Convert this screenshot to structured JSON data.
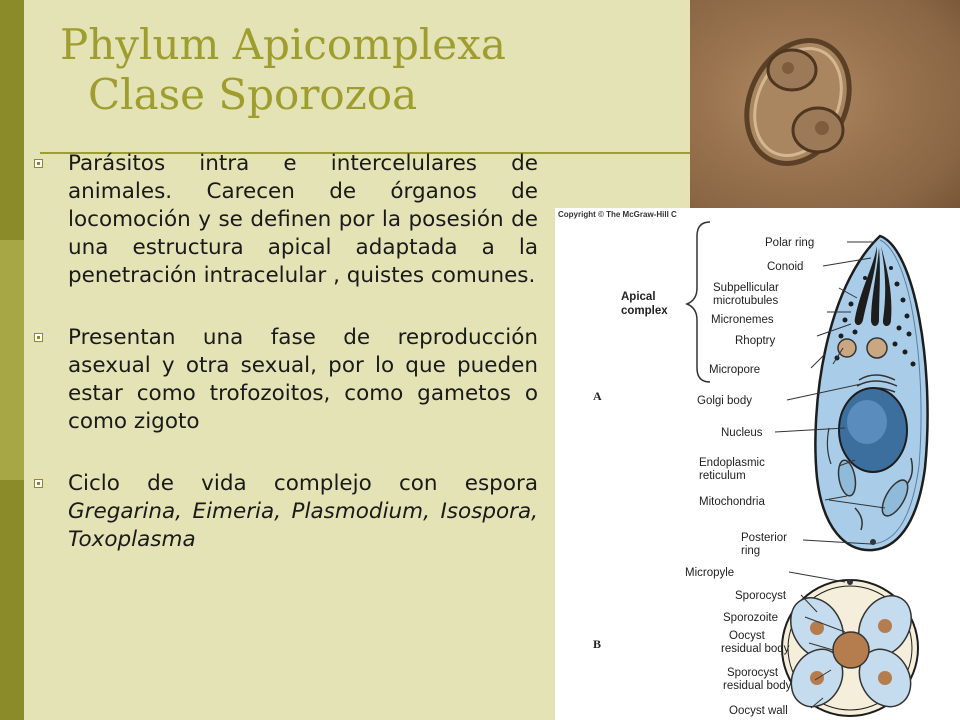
{
  "title": {
    "line1": "Phylum Apicomplexa",
    "line2": "Clase Sporozoa"
  },
  "bullets": [
    {
      "text": "Parásitos intra e intercelulares de animales. Carecen de órganos de locomoción y se definen por la posesión de una estructura apical adaptada a la penetración intracelular , quistes comunes."
    },
    {
      "text": "Presentan una fase de reproducción asexual y otra sexual, por lo que pueden estar como trofozoitos, como gametos o como zigoto"
    },
    {
      "text": "Ciclo de vida complejo con espora",
      "italic": "Gregarina, Eimeria, Plasmodium, Isospora, Toxoplasma"
    }
  ],
  "diagram": {
    "copyright": "Copyright © The McGraw-Hill C",
    "group_label": [
      "Apical",
      "complex"
    ],
    "panel_a": "A",
    "panel_b": "B",
    "labels_a": {
      "polar_ring": "Polar ring",
      "conoid": "Conoid",
      "subpellicular_1": "Subpellicular",
      "subpellicular_2": "microtubules",
      "micronemes": "Micronemes",
      "rhoptry": "Rhoptry",
      "micropore": "Micropore",
      "golgi": "Golgi body",
      "nucleus": "Nucleus",
      "er_1": "Endoplasmic",
      "er_2": "reticulum",
      "mito": "Mitochondria",
      "post_1": "Posterior",
      "post_2": "ring"
    },
    "labels_b": {
      "micropyle": "Micropyle",
      "sporocyst": "Sporocyst",
      "sporozoite": "Sporozoite",
      "oocyst_res_1": "Oocyst",
      "oocyst_res_2": "residual body",
      "sporo_res_1": "Sporocyst",
      "sporo_res_2": "residual body",
      "oocyst_wall": "Oocyst wall"
    }
  },
  "icons": {
    "bullet": "square-bullet-icon"
  },
  "colors": {
    "background": "#e4e3b6",
    "title": "#9e9d2e",
    "accent": "#8c8b2a",
    "cell": "#a9cde8"
  }
}
